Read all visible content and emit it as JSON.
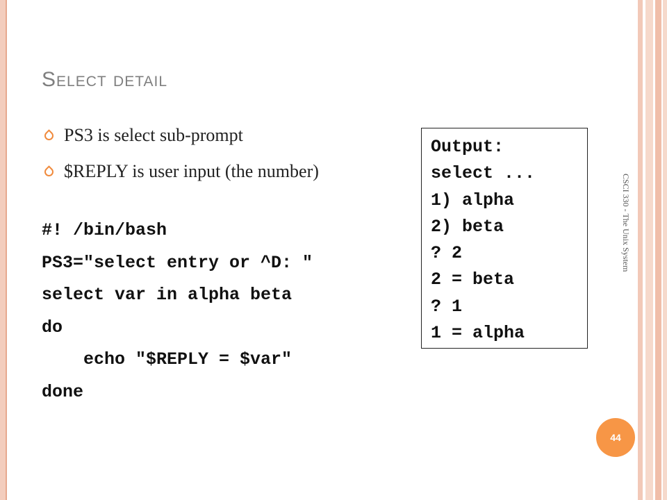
{
  "slide": {
    "title": "Select detail",
    "bullets": [
      "PS3 is select sub-prompt",
      "$REPLY is user input (the number)"
    ],
    "code_lines": [
      "#! /bin/bash",
      "PS3=\"select entry or ^D: \"",
      "select var in alpha beta",
      "do",
      "    echo \"$REPLY = $var\"",
      "done"
    ],
    "output_lines": [
      "Output:",
      "select ...",
      "1) alpha",
      "2) beta",
      "? 2",
      "2 = beta",
      "? 1",
      "1 = alpha"
    ],
    "footer_text": "CSCI 330 - The Unix System",
    "page_number": "44"
  },
  "colors": {
    "accent": "#f79646",
    "title": "#7f7f7f",
    "border": "#f3cdbd"
  }
}
